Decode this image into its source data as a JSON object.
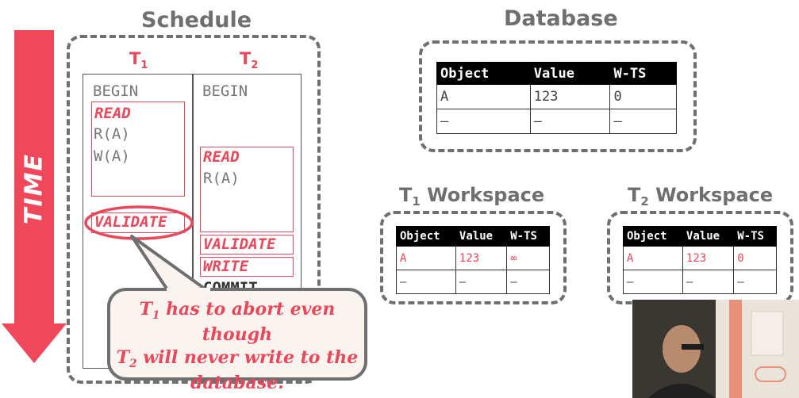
{
  "schedule": {
    "title": "Schedule",
    "t1": {
      "name": "T",
      "sub": "1"
    },
    "t2": {
      "name": "T",
      "sub": "2"
    },
    "t1_ops": {
      "begin": "BEGIN",
      "read": "READ",
      "r": "R(A)",
      "w": "W(A)",
      "validate": "VALIDATE"
    },
    "t2_ops": {
      "begin": "BEGIN",
      "read": "READ",
      "r": "R(A)",
      "validate": "VALIDATE",
      "write": "WRITE",
      "commit": "COMMIT"
    }
  },
  "database": {
    "title": "Database",
    "headers": [
      "Object",
      "Value",
      "W-TS"
    ],
    "rows": [
      [
        "A",
        "123",
        "0"
      ],
      [
        "–",
        "–",
        "–"
      ]
    ]
  },
  "t1_workspace": {
    "title_prefix": "T",
    "title_sub": "1",
    "title_rest": " Workspace",
    "headers": [
      "Object",
      "Value",
      "W-TS"
    ],
    "rows": [
      [
        "A",
        "123",
        "∞"
      ],
      [
        "–",
        "–",
        "–"
      ]
    ]
  },
  "t2_workspace": {
    "title_prefix": "T",
    "title_sub": "2",
    "title_rest": " Workspace",
    "headers": [
      "Object",
      "Value",
      "W-TS"
    ],
    "rows": [
      [
        "A",
        "123",
        "0"
      ],
      [
        "–",
        "–",
        "–"
      ]
    ]
  },
  "time_arrow": {
    "label": "TIME"
  },
  "callout": {
    "t1": "T",
    "t1_sub": "1",
    "line1_rest": " has to abort even though",
    "t2": "T",
    "t2_sub": "2",
    "line2_rest": " will never write to the",
    "line3": "database."
  },
  "colors": {
    "accent": "#e8485a",
    "arrow": "#f0485a",
    "frame": "#6f6f6f"
  }
}
